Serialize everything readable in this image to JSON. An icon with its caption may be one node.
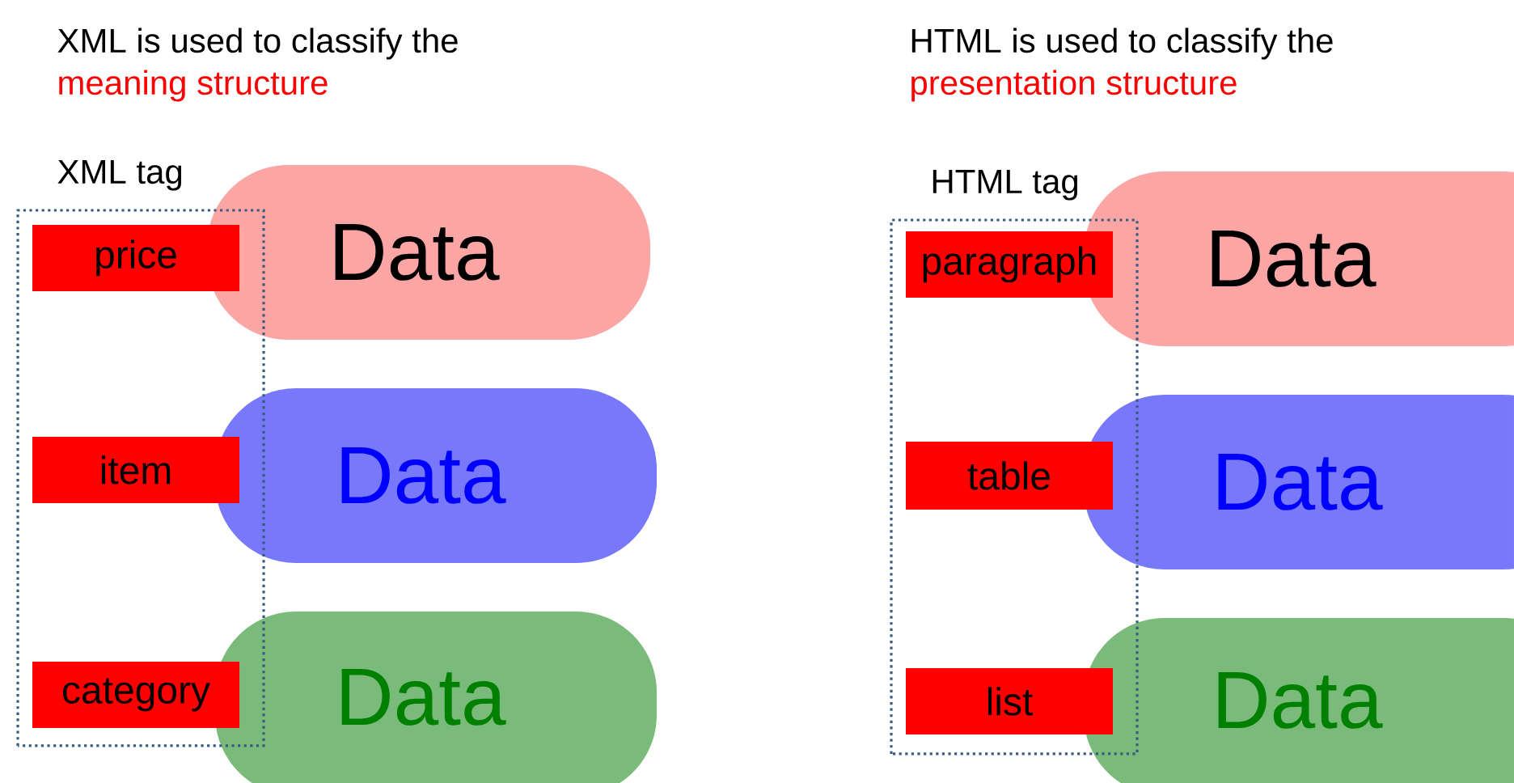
{
  "diagram": {
    "nodes": [
      {
        "text": [
          "XML tag"
        ]
      },
      {
        "text": [
          "price"
        ],
        "in": 0
      },
      {
        "text": [
          "item"
        ],
        "in": 0
      },
      {
        "text": [
          "category"
        ],
        "in": 0
      },
      {
        "text": [
          "Data"
        ]
      },
      {
        "text": [
          "Data"
        ]
      },
      {
        "text": [
          "Data"
        ]
      },
      {
        "text": [
          "HTML tag"
        ]
      },
      {
        "text": [
          "paragraph"
        ],
        "in": 7
      },
      {
        "text": [
          "table"
        ],
        "in": 7
      },
      {
        "text": [
          "list"
        ],
        "in": 7
      },
      {
        "text": [
          "Data"
        ]
      },
      {
        "text": [
          "Data"
        ]
      },
      {
        "text": [
          "Data"
        ]
      }
    ],
    "labels": [
      "XML is used to classify the",
      "meaning structure",
      "HTML is used to classify the",
      "presentation structure"
    ]
  }
}
